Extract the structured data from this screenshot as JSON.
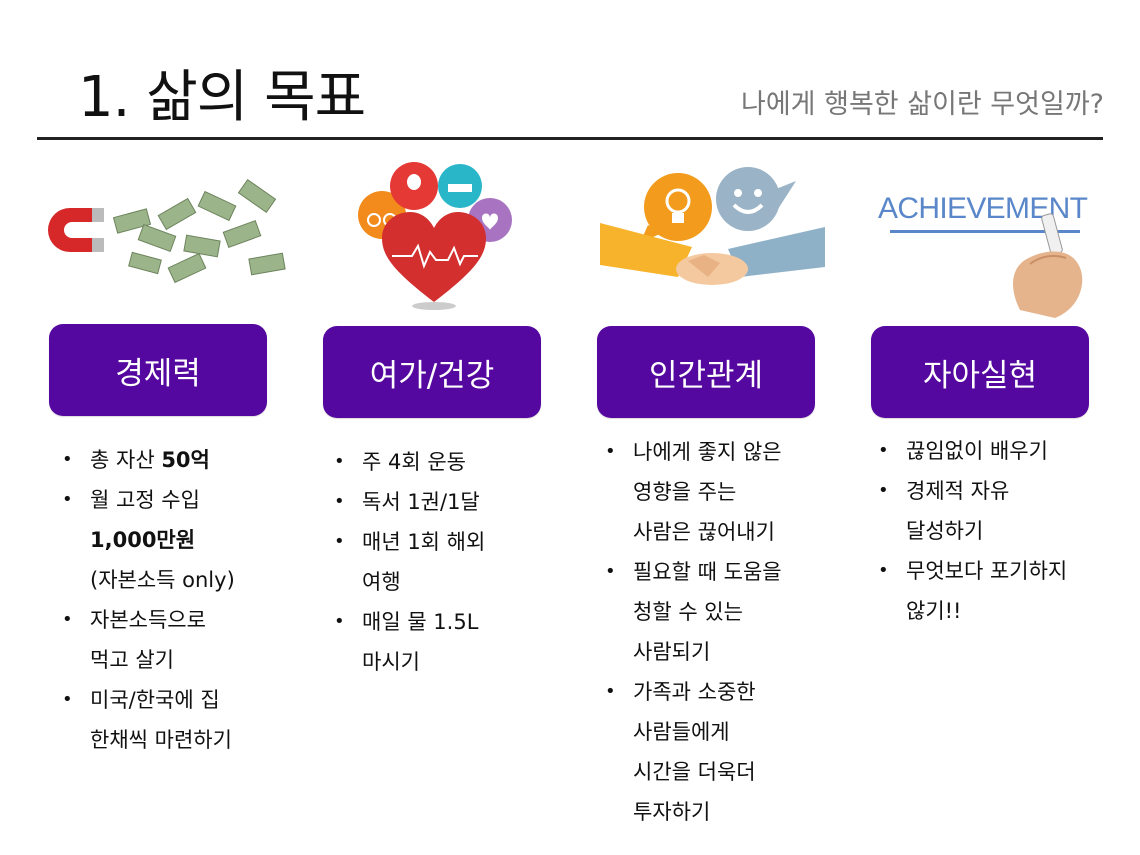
{
  "header": {
    "title": "1. 삶의 목표",
    "subtitle": "나에게 행복한 삶이란 무엇일까?"
  },
  "columns": [
    {
      "category": "경제력",
      "image": "money-magnet-icon",
      "bullets": [
        {
          "lines": [
            {
              "parts": [
                {
                  "t": "총 자산 "
                },
                {
                  "t": "50억",
                  "b": true
                }
              ]
            }
          ]
        },
        {
          "lines": [
            {
              "parts": [
                {
                  "t": "월 고정 수입"
                }
              ]
            },
            {
              "parts": [
                {
                  "t": "1,000만원",
                  "b": true
                }
              ]
            },
            {
              "parts": [
                {
                  "t": "(자본소득 only)"
                }
              ]
            }
          ]
        },
        {
          "lines": [
            {
              "parts": [
                {
                  "t": "자본소득으로"
                }
              ]
            },
            {
              "parts": [
                {
                  "t": "먹고 살기"
                }
              ]
            }
          ]
        },
        {
          "lines": [
            {
              "parts": [
                {
                  "t": "미국/한국에 집"
                }
              ]
            },
            {
              "parts": [
                {
                  "t": "한채씩 마련하기"
                }
              ]
            }
          ]
        }
      ]
    },
    {
      "category": "여가/건강",
      "image": "health-heart-icon",
      "bullets": [
        {
          "lines": [
            {
              "parts": [
                {
                  "t": "주 4회 운동"
                }
              ]
            }
          ]
        },
        {
          "lines": [
            {
              "parts": [
                {
                  "t": "독서 1권/1달"
                }
              ]
            }
          ]
        },
        {
          "lines": [
            {
              "parts": [
                {
                  "t": "매년 1회 해외"
                }
              ]
            },
            {
              "parts": [
                {
                  "t": "여행"
                }
              ]
            }
          ]
        },
        {
          "lines": [
            {
              "parts": [
                {
                  "t": "매일 물 1.5L"
                }
              ]
            },
            {
              "parts": [
                {
                  "t": "마시기"
                }
              ]
            }
          ]
        }
      ]
    },
    {
      "category": "인간관계",
      "image": "handshake-icon",
      "bullets": [
        {
          "lines": [
            {
              "parts": [
                {
                  "t": "나에게 좋지 않은"
                }
              ]
            },
            {
              "parts": [
                {
                  "t": "영향을 주는"
                }
              ]
            },
            {
              "parts": [
                {
                  "t": "사람은 끊어내기"
                }
              ]
            }
          ]
        },
        {
          "lines": [
            {
              "parts": [
                {
                  "t": "필요할 때 도움을"
                }
              ]
            },
            {
              "parts": [
                {
                  "t": "청할 수 있는"
                }
              ]
            },
            {
              "parts": [
                {
                  "t": "사람되기"
                }
              ]
            }
          ]
        },
        {
          "lines": [
            {
              "parts": [
                {
                  "t": "가족과 소중한"
                }
              ]
            },
            {
              "parts": [
                {
                  "t": "사람들에게"
                }
              ]
            },
            {
              "parts": [
                {
                  "t": "시간을 더욱더"
                }
              ]
            },
            {
              "parts": [
                {
                  "t": "투자하기"
                }
              ]
            }
          ]
        }
      ]
    },
    {
      "category": "자아실현",
      "image": "achievement-icon",
      "image_text": "ACHIEVEMENT",
      "bullets": [
        {
          "lines": [
            {
              "parts": [
                {
                  "t": "끊임없이 배우기"
                }
              ]
            }
          ]
        },
        {
          "lines": [
            {
              "parts": [
                {
                  "t": "경제적 자유"
                }
              ]
            },
            {
              "parts": [
                {
                  "t": "달성하기"
                }
              ]
            }
          ]
        },
        {
          "lines": [
            {
              "parts": [
                {
                  "t": "무엇보다 포기하지"
                }
              ]
            },
            {
              "parts": [
                {
                  "t": "않기!!"
                }
              ]
            }
          ]
        }
      ]
    }
  ],
  "colors": {
    "badge": "#55089f",
    "title": "#111111",
    "subtitle": "#777777"
  }
}
